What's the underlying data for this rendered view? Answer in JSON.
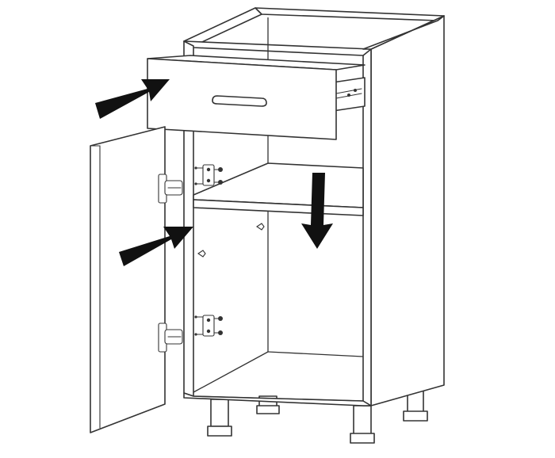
{
  "figure": {
    "subject": "base-cabinet-with-drawer-and-door",
    "colors": {
      "line": "#333333",
      "arrow": "#111111",
      "background": "#ffffff"
    },
    "arrows": [
      {
        "name": "drawer-insert-arrow",
        "direction": "right"
      },
      {
        "name": "door-close-arrow",
        "direction": "right"
      },
      {
        "name": "shelf-down-arrow",
        "direction": "down"
      }
    ],
    "parts": {
      "hinges": 2,
      "legs": 4,
      "handles": 1,
      "shelves": 1,
      "drawers": 1,
      "doors": 1
    }
  }
}
